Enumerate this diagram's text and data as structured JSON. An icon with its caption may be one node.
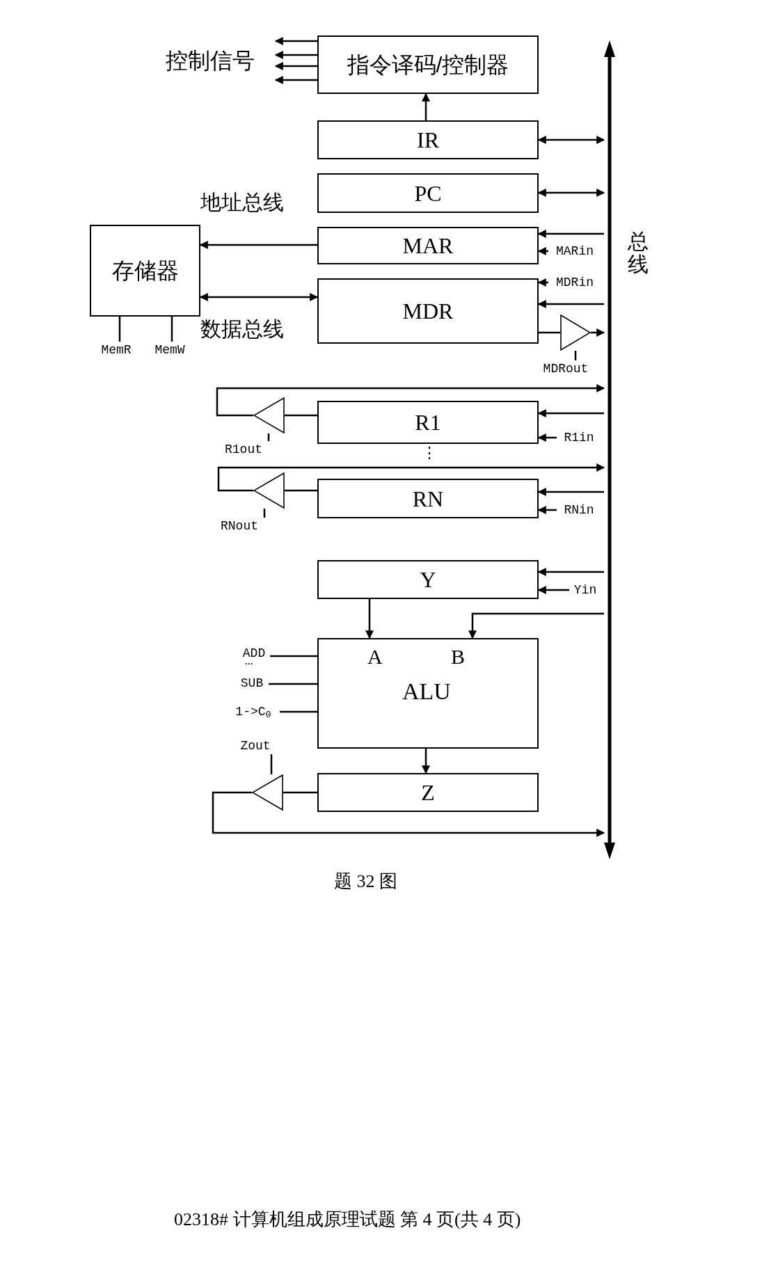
{
  "diagram": {
    "caption": "题 32 图",
    "nodes": [
      {
        "text": [
          "控制信号"
        ]
      },
      {
        "text": [
          "指令译码/控制器"
        ]
      },
      {
        "text": [
          "IR"
        ]
      },
      {
        "text": [
          "PC"
        ]
      },
      {
        "text": [
          "MAR"
        ]
      },
      {
        "text": [
          "MDR"
        ]
      },
      {
        "text": [
          "存储器"
        ]
      },
      {
        "text": [],
        "shape": "bar",
        "beside": [
          "总线"
        ]
      },
      {
        "text": [
          "MARin"
        ]
      },
      {
        "text": [
          "MDRin"
        ]
      },
      {
        "text": [],
        "shape": "triangle"
      },
      {
        "text": [
          "MDRout"
        ]
      },
      {
        "text": [
          "R1"
        ]
      },
      {
        "text": [
          "R1in"
        ]
      },
      {
        "text": [],
        "shape": "triangle"
      },
      {
        "text": [
          "R1out"
        ]
      },
      {
        "text": [
          "RN"
        ]
      },
      {
        "text": [
          "RNin"
        ]
      },
      {
        "text": [],
        "shape": "triangle"
      },
      {
        "text": [
          "RNout"
        ]
      },
      {
        "text": [
          "Y"
        ]
      },
      {
        "text": [
          "Yin"
        ]
      },
      {
        "text": [
          "A",
          "B",
          "ALU"
        ]
      },
      {
        "text": [
          "ADD"
        ]
      },
      {
        "text": [
          "SUB"
        ]
      },
      {
        "text": [
          "1->C$_{0}$"
        ]
      },
      {
        "text": [
          "Z"
        ]
      },
      {
        "text": [],
        "shape": "triangle"
      },
      {
        "text": [
          "Zout"
        ]
      },
      {
        "text": [
          "MemR"
        ]
      },
      {
        "text": [
          "MemW"
        ]
      }
    ],
    "edges": [
      {
        "from": 1,
        "to": 0,
        "arrow": "to"
      },
      {
        "from": 1,
        "to": 0,
        "arrow": "to"
      },
      {
        "from": 1,
        "to": 0,
        "arrow": "to"
      },
      {
        "from": 1,
        "to": 0,
        "arrow": "to"
      },
      {
        "from": 2,
        "to": 1,
        "arrow": "to"
      },
      {
        "from": 2,
        "to": 7,
        "arrow": "both"
      },
      {
        "from": 3,
        "to": 7,
        "arrow": "both"
      },
      {
        "from": 7,
        "to": 4,
        "arrow": "to"
      },
      {
        "from": 8,
        "to": 4,
        "arrow": "to"
      },
      {
        "from": 4,
        "to": 6,
        "arrow": "to",
        "label": "地址总线"
      },
      {
        "from": 6,
        "to": 5,
        "arrow": "both",
        "label": "数据总线"
      },
      {
        "from": 9,
        "to": 5,
        "arrow": "to"
      },
      {
        "from": 7,
        "to": 5,
        "arrow": "to"
      },
      {
        "from": 5,
        "to": 10,
        "arrow": "none"
      },
      {
        "from": 10,
        "to": 7,
        "arrow": "to"
      },
      {
        "from": 11,
        "to": 10,
        "arrow": "none"
      },
      {
        "from": 12,
        "to": 14,
        "arrow": "none"
      },
      {
        "from": 14,
        "to": 7,
        "arrow": "to"
      },
      {
        "from": 15,
        "to": 14,
        "arrow": "none"
      },
      {
        "from": 7,
        "to": 12,
        "arrow": "to"
      },
      {
        "from": 13,
        "to": 12,
        "arrow": "to"
      },
      {
        "from": 16,
        "to": 18,
        "arrow": "none"
      },
      {
        "from": 18,
        "to": 7,
        "arrow": "to"
      },
      {
        "from": 19,
        "to": 18,
        "arrow": "none"
      },
      {
        "from": 7,
        "to": 16,
        "arrow": "to"
      },
      {
        "from": 17,
        "to": 16,
        "arrow": "to"
      },
      {
        "from": 7,
        "to": 20,
        "arrow": "to"
      },
      {
        "from": 21,
        "to": 20,
        "arrow": "to"
      },
      {
        "from": 20,
        "to": 22,
        "arrow": "to"
      },
      {
        "from": 7,
        "to": 22,
        "arrow": "to"
      },
      {
        "from": 23,
        "to": 22,
        "arrow": "none"
      },
      {
        "from": 24,
        "to": 22,
        "arrow": "none"
      },
      {
        "from": 25,
        "to": 22,
        "arrow": "none"
      },
      {
        "from": 22,
        "to": 26,
        "arrow": "to"
      },
      {
        "from": 26,
        "to": 27,
        "arrow": "none"
      },
      {
        "from": 27,
        "to": 7,
        "arrow": "to"
      },
      {
        "from": 28,
        "to": 27,
        "arrow": "none"
      },
      {
        "from": 6,
        "to": 29,
        "arrow": "none"
      },
      {
        "from": 6,
        "to": 30,
        "arrow": "none"
      }
    ],
    "labels": [
      "⋮",
      "···",
      "02318# 计算机组成原理试题 第 4 页(共 4 页)"
    ]
  }
}
